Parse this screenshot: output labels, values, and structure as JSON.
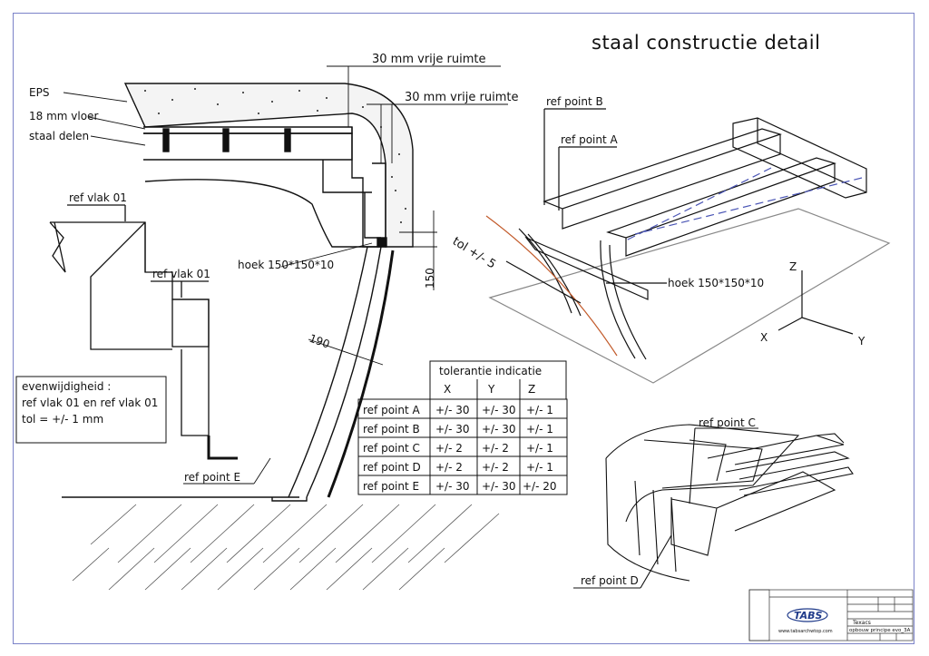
{
  "drawing": {
    "title": "staal constructie detail",
    "section_labels": {
      "eps": "EPS",
      "floor": "18 mm vloer",
      "steel": "staal delen",
      "clearance_top": "30 mm vrije ruimte",
      "clearance_mid": "30 mm vrije ruimte",
      "angle_left": "hoek 150*150*10",
      "dim_150": "150",
      "dim_190": "190",
      "ref_vlak_a": "ref vlak 01",
      "ref_vlak_b": "ref vlak 01",
      "ref_point_e": "ref point E"
    },
    "note": {
      "line1": "evenwijdigheid :",
      "line2": "ref vlak 01 en  ref vlak 01",
      "line3": "tol = +/- 1 mm"
    },
    "iso_labels": {
      "ref_b": "ref point B",
      "ref_a": "ref point A",
      "tol": "tol  +/- 5",
      "angle_right": "hoek 150*150*10",
      "axis_z": "Z",
      "axis_x": "X",
      "axis_y": "Y"
    },
    "bottom_labels": {
      "ref_c": "ref point C",
      "ref_d": "ref point D"
    }
  },
  "tolerance_table": {
    "title": "tolerantie indicatie",
    "headers": [
      "X",
      "Y",
      "Z"
    ],
    "rows": [
      {
        "label": "ref point A",
        "x": "+/- 30",
        "y": "+/- 30",
        "z": "+/- 1"
      },
      {
        "label": "ref point B",
        "x": "+/- 30",
        "y": "+/- 30",
        "z": "+/- 1"
      },
      {
        "label": "ref point C",
        "x": "+/- 2",
        "y": "+/- 2",
        "z": "+/- 1"
      },
      {
        "label": "ref point D",
        "x": "+/- 2",
        "y": "+/- 2",
        "z": "+/- 1"
      },
      {
        "label": "ref point E",
        "x": "+/- 30",
        "y": "+/- 30",
        "z": "+/- 20"
      }
    ]
  },
  "title_block": {
    "logo": "TABS",
    "website": "www.tabsarchwtop.com",
    "client": "Texacs",
    "drawing_name": "opbouw principe evo_3A",
    "colors": {
      "logo": "#1f3a8a",
      "border": "#7b82c8"
    }
  }
}
